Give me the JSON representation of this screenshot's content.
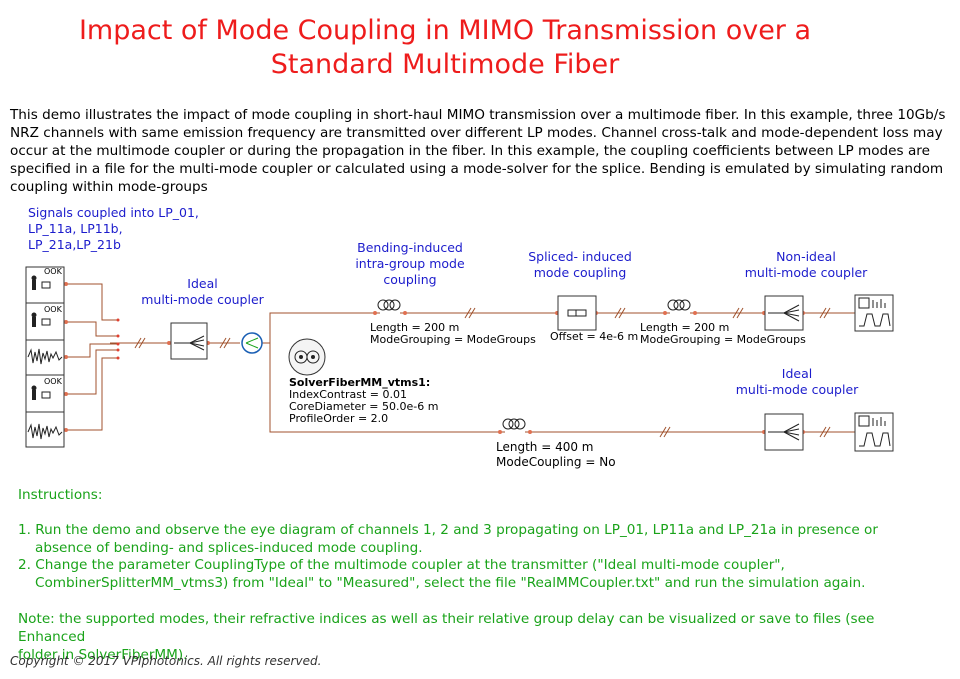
{
  "title": {
    "line1": "Impact of Mode Coupling in MIMO Transmission over a",
    "line2": "Standard Multimode Fiber"
  },
  "intro": "This demo illustrates the impact of mode coupling in short-haul MIMO transmission over a multimode fiber. In this example, three 10Gb/s NRZ channels with same emission frequency are transmitted over different LP modes. Channel cross-talk and mode-dependent loss may occur at the multimode coupler or during the propagation in the fiber.  In this example, the coupling coefficients between LP modes are specified in a file for the multi-mode coupler or calculated using a mode-solver for the splice. Bending is emulated by simulating random coupling within mode-groups",
  "labels": {
    "signals": [
      "Signals coupled into LP_01,",
      "LP_11a, LP11b,",
      "LP_21a,LP_21b"
    ],
    "ideal_coupler_tx": [
      "Ideal",
      "multi-mode coupler"
    ],
    "bending": [
      "Bending-induced",
      "intra-group mode",
      "coupling"
    ],
    "spliced": [
      "Spliced- induced",
      "mode coupling"
    ],
    "nonideal": [
      "Non-ideal",
      "multi-mode coupler"
    ],
    "ideal_coupler_rx": [
      "Ideal",
      "multi-mode coupler"
    ]
  },
  "params": {
    "fiber1": [
      "Length = 200 m",
      "ModeGrouping = ModeGroups"
    ],
    "splice": "Offset = 4e-6 m",
    "fiber2": [
      "Length = 200 m",
      "ModeGrouping = ModeGroups"
    ],
    "solver_name": "SolverFiberMM_vtms1:",
    "solver": [
      "IndexContrast = 0.01",
      "CoreDiameter = 50.0e-6 m",
      "ProfileOrder = 2.0"
    ],
    "fiber3": [
      "Length = 400 m",
      "ModeCoupling = No"
    ]
  },
  "tx_tag": "OOK",
  "instructions": {
    "heading": "Instructions:",
    "step1": [
      "1. Run the demo and observe the eye diagram of channels 1, 2 and 3 propagating on LP_01, LP11a and LP_21a in presence or",
      "absence of bending- and splices-induced mode coupling."
    ],
    "step2": [
      "2. Change the parameter CouplingType of the multimode coupler at the transmitter (\"Ideal multi-mode coupler\",",
      "CombinerSplitterMM_vtms3) from \"Ideal\" to \"Measured\", select the file \"RealMMCoupler.txt\" and run the simulation again."
    ],
    "note": [
      "Note: the supported modes, their refractive indices as well as  their relative group delay can be visualized or save to files (see Enhanced",
      "folder in SolverFiberMM)."
    ]
  },
  "copyright": "Copyright © 2017 VPIphotonics. All rights reserved."
}
